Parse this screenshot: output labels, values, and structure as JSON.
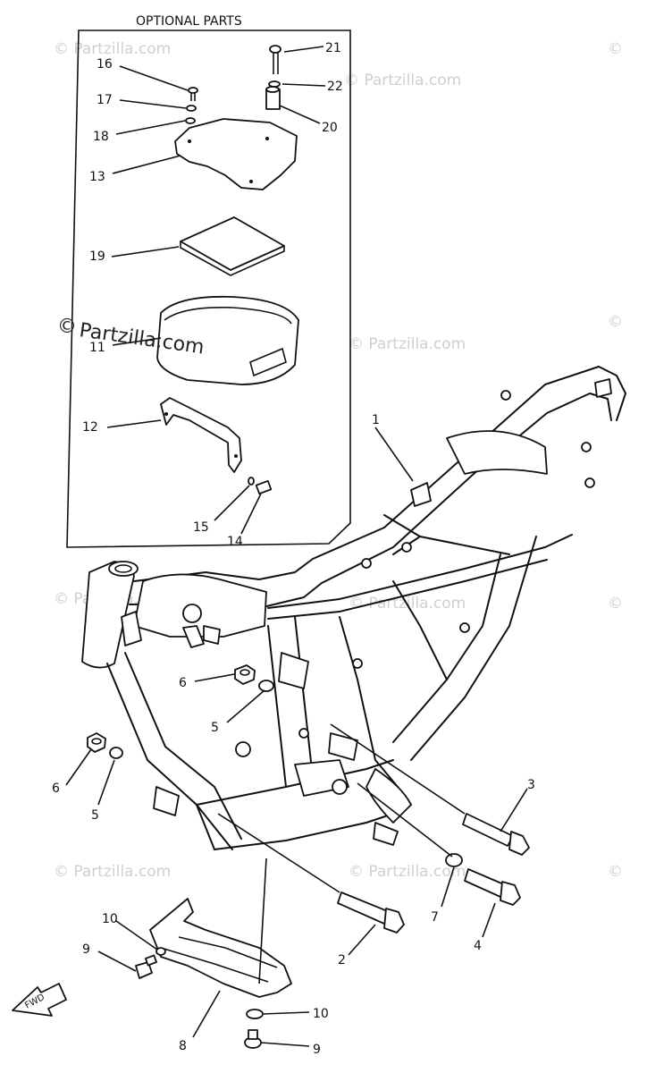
{
  "optional_box": {
    "title": "OPTIONAL PARTS"
  },
  "callouts": {
    "c1": "1",
    "c2": "2",
    "c3": "3",
    "c4": "4",
    "c5a": "5",
    "c5b": "5",
    "c6a": "6",
    "c6b": "6",
    "c7": "7",
    "c8": "8",
    "c9a": "9",
    "c9b": "9",
    "c10a": "10",
    "c10b": "10",
    "c11": "11",
    "c12": "12",
    "c13": "13",
    "c14": "14",
    "c15": "15",
    "c16": "16",
    "c17": "17",
    "c18": "18",
    "c19": "19",
    "c20": "20",
    "c21": "21",
    "c22": "22"
  },
  "arrow_label": "FWD",
  "watermark": {
    "text": "© Partzilla.com",
    "brand": "Partzilla.com",
    "copy": "©"
  }
}
